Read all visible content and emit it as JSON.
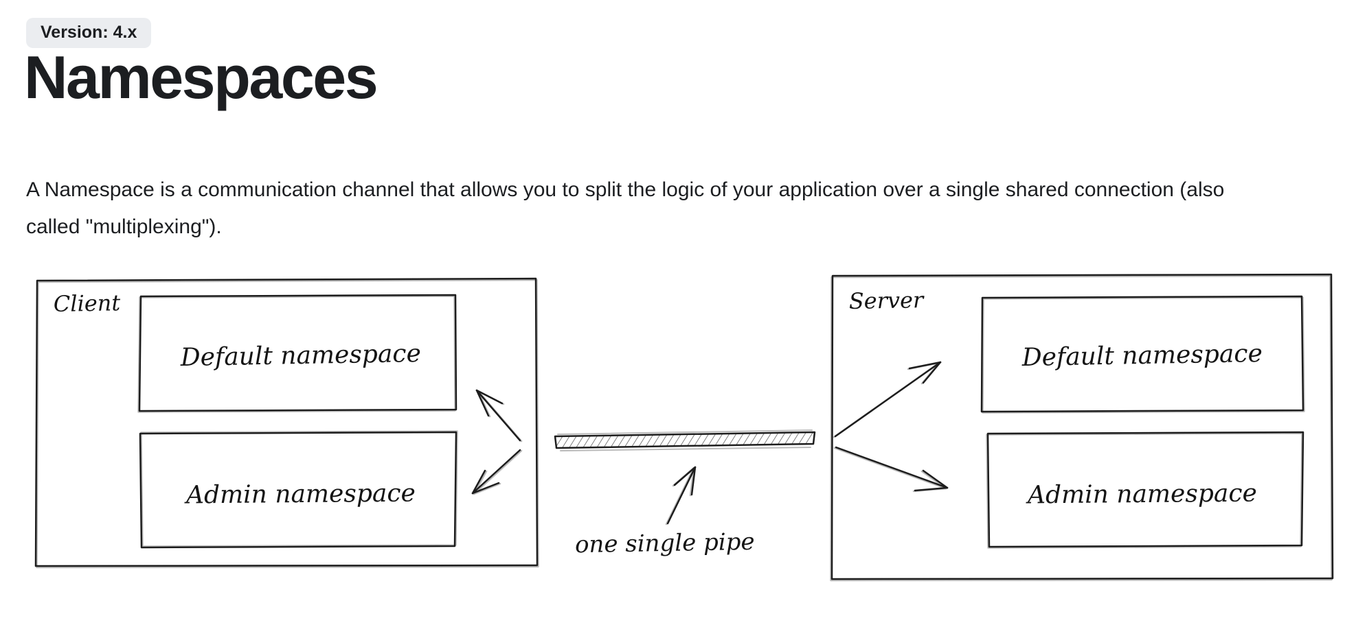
{
  "colors": {
    "badge_bg": "#ebedf0",
    "text": "#1c1e21",
    "sketch": "#1d1d1d"
  },
  "version_badge": "Version: 4.x",
  "heading": "Namespaces",
  "intro": {
    "line1": "A Namespace is a communication channel that allows you to split the logic of your application over a single shared connection (also",
    "line2": "called \"multiplexing\")."
  },
  "diagram": {
    "client": {
      "label": "Client",
      "default_ns": "Default namespace",
      "admin_ns": "Admin namespace"
    },
    "server": {
      "label": "Server",
      "default_ns": "Default namespace",
      "admin_ns": "Admin namespace"
    },
    "pipe_label": "one single pipe"
  }
}
